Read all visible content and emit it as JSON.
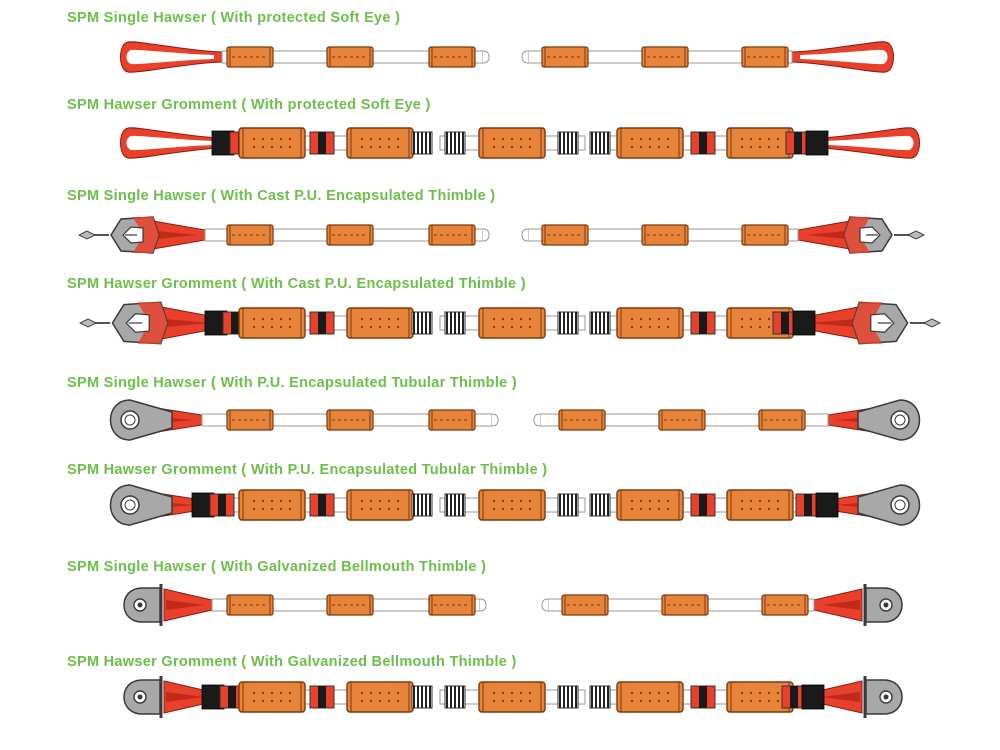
{
  "diagram": {
    "rows": [
      {
        "title": "SPM Single Hawser ( With protected Soft Eye )",
        "type": "single",
        "end": "soft-eye"
      },
      {
        "title": "SPM Hawser Gromment ( With protected Soft Eye )",
        "type": "grommet",
        "end": "soft-eye"
      },
      {
        "title": "SPM Single Hawser ( With Cast P.U. Encapsulated Thimble )",
        "type": "single",
        "end": "cast-thimble"
      },
      {
        "title": "SPM Hawser Gromment ( With Cast P.U. Encapsulated Thimble )",
        "type": "grommet",
        "end": "cast-thimble"
      },
      {
        "title": "SPM Single Hawser ( With P.U. Encapsulated Tubular Thimble )",
        "type": "single",
        "end": "tubular-thimble"
      },
      {
        "title": "SPM Hawser Gromment ( With P.U. Encapsulated Tubular Thimble )",
        "type": "grommet",
        "end": "tubular-thimble"
      },
      {
        "title": "SPM Single Hawser ( With Galvanized Bellmouth Thimble )",
        "type": "single",
        "end": "bellmouth-thimble"
      },
      {
        "title": "SPM Hawser Gromment ( With Galvanized Bellmouth Thimble )",
        "type": "grommet",
        "end": "bellmouth-thimble"
      }
    ]
  },
  "colors": {
    "title": "#6cc04a",
    "eye_red": "#e8402a",
    "float_orange": "#e8843a",
    "thimble_grey": "#a8a8a8",
    "collar_black": "#1a1a1a",
    "outline": "#3a3a3a"
  }
}
